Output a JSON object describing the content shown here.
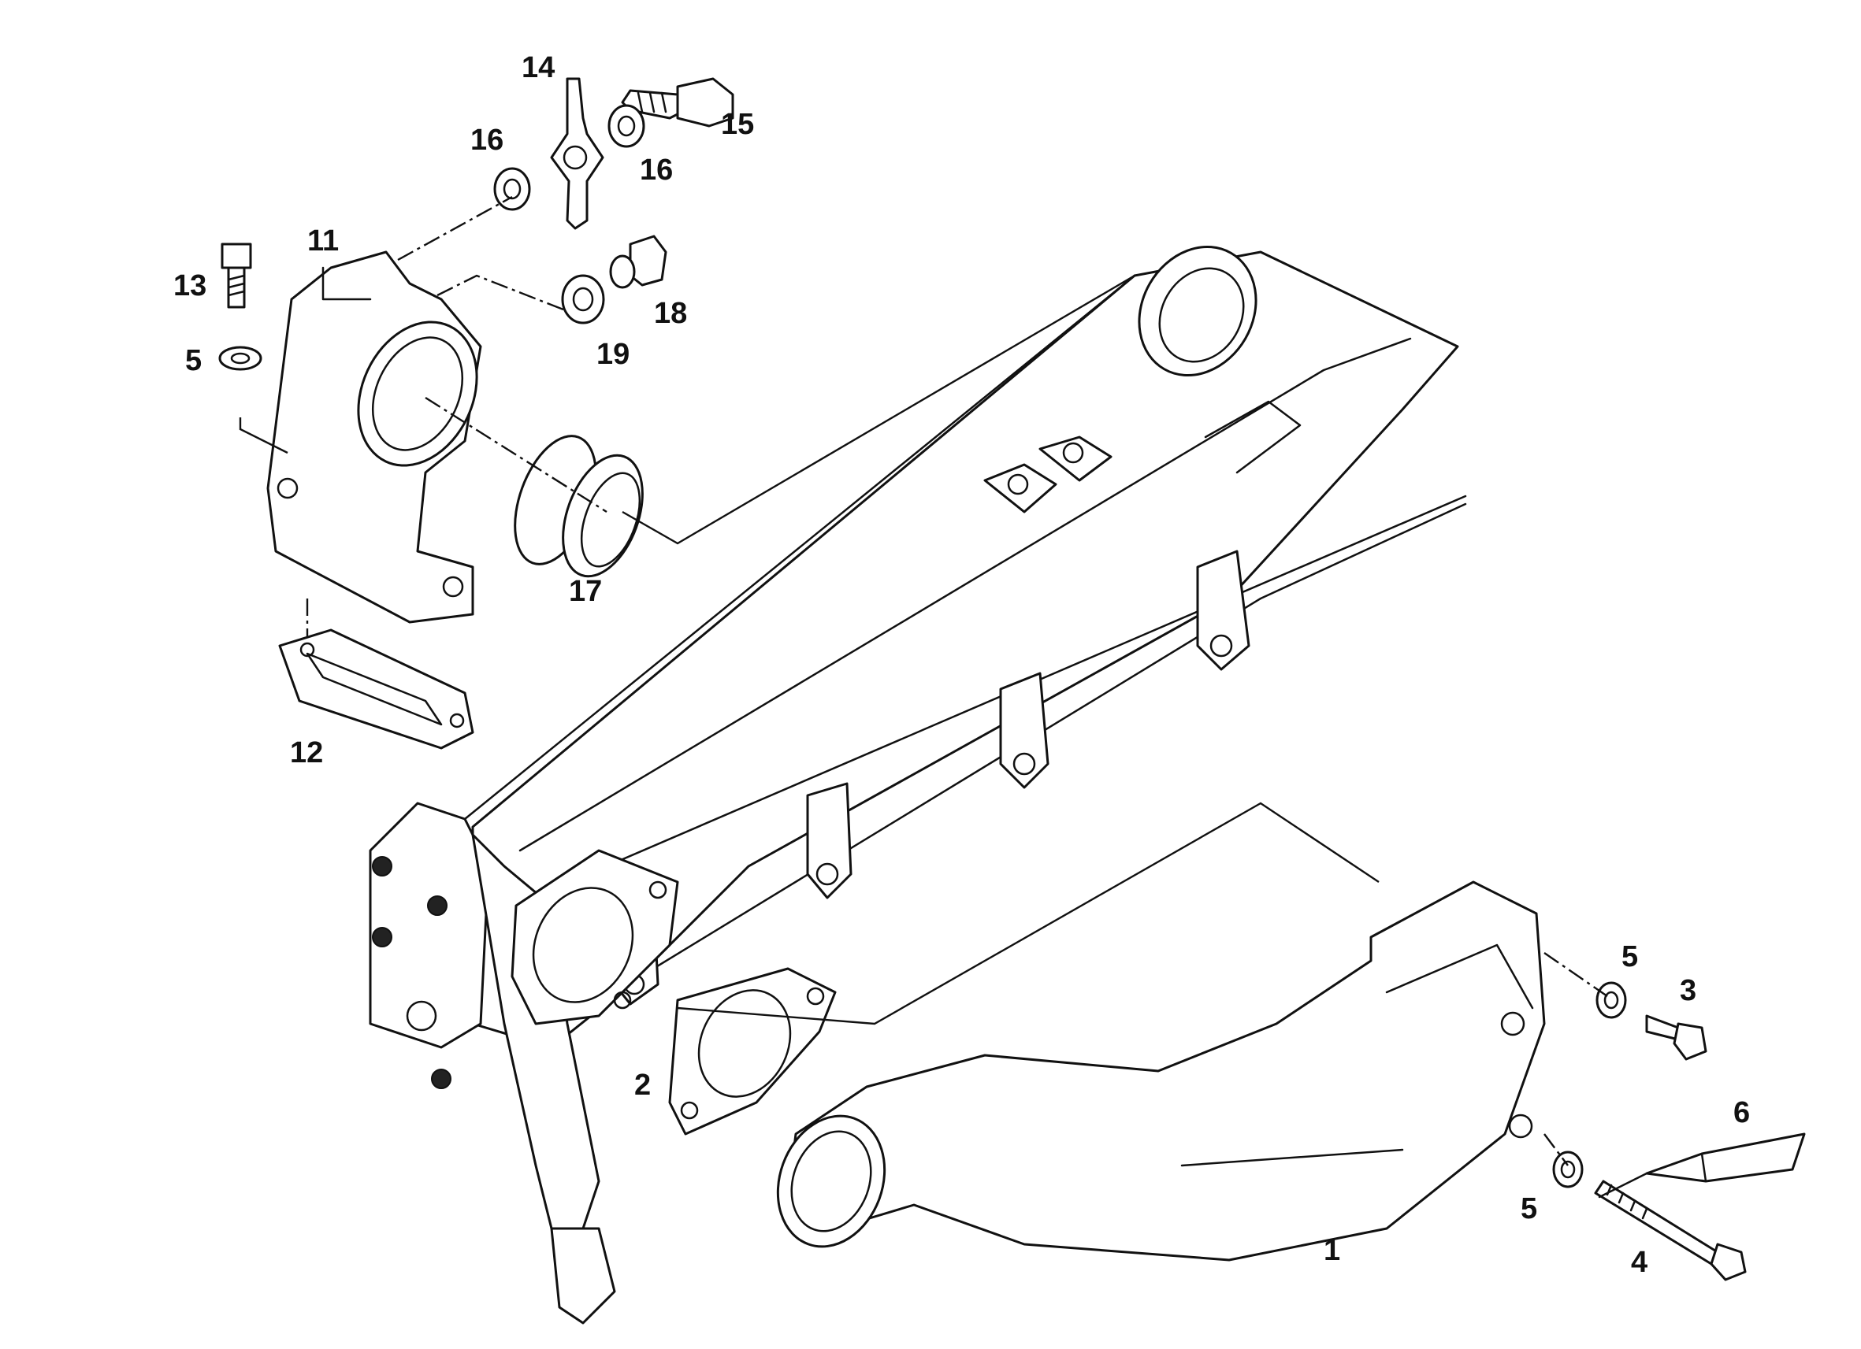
{
  "callouts": {
    "c1": "1",
    "c2": "2",
    "c3": "3",
    "c4": "4",
    "c5a": "5",
    "c5b": "5",
    "c5c": "5",
    "c6": "6",
    "c11": "11",
    "c12": "12",
    "c13": "13",
    "c14": "14",
    "c15": "15",
    "c16a": "16",
    "c16b": "16",
    "c17": "17",
    "c18": "18",
    "c19": "19"
  }
}
